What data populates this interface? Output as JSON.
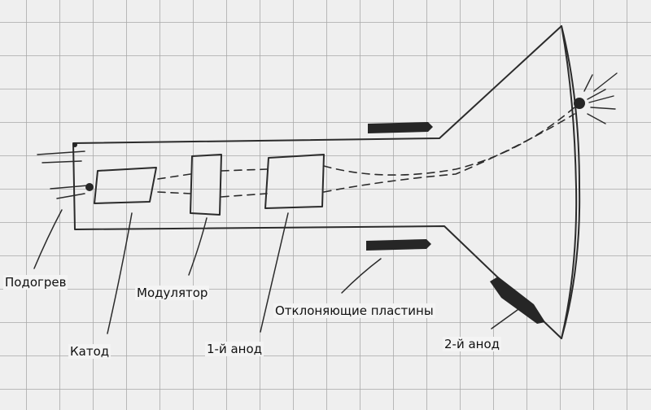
{
  "labels": {
    "heater": "Подогрев",
    "cathode": "Катод",
    "modulator": "Модулятор",
    "anode1": "1-й анод",
    "plates": "Отклоняющие пластины",
    "anode2": "2-й анод"
  },
  "colors": {
    "paper": "#efefef",
    "grid": "#a9a9a9",
    "ink": "#2b2b2b"
  }
}
